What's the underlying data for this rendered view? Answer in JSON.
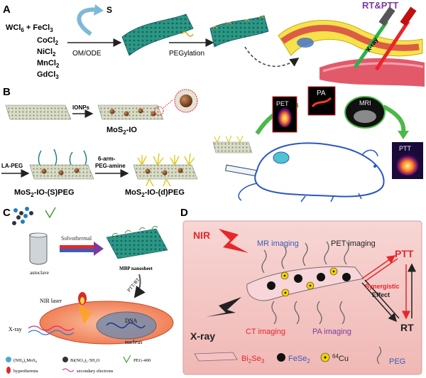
{
  "panelA": {
    "letter": "A",
    "reagent_main": "WCl",
    "reagent_sub": "6",
    "reagent_rest": " + FeCl",
    "reagent_rest_sub": "3",
    "reagents": [
      {
        "base": "CoCl",
        "sub": "2"
      },
      {
        "base": "NiCl",
        "sub": "2"
      },
      {
        "base": "MnCl",
        "sub": "2"
      },
      {
        "base": "GdCl",
        "sub": "3"
      }
    ],
    "sulfur": "S",
    "solvent": "OM/ODE",
    "step2": "PEGylation",
    "title": "RT&PTT",
    "xray": "X-ray"
  },
  "panelB": {
    "letter": "B",
    "ionps": "IONPs",
    "mos2_io": {
      "a": "MoS",
      "sub": "2",
      "b": "-IO"
    },
    "la_peg": "LA-PEG",
    "six_arm_1": "6-arm-",
    "six_arm_2": "PEG-amine",
    "mos2_spe": {
      "a": "MoS",
      "sub": "2",
      "b": "-IO-(S)PEG"
    },
    "mos2_dpe": {
      "a": "MoS",
      "sub": "2",
      "b": "-IO-(d)PEG"
    },
    "pet": "PET",
    "pa": "PA",
    "mri": "MRI",
    "ptt": "PTT"
  },
  "panelC": {
    "letter": "C",
    "solvothermal": "Solvothermal",
    "nanosheet": "MBP nanosheet",
    "autoclave": "autoclave",
    "pttrt": "PTT/RT",
    "nir_laser": "NIR laser",
    "xray": "X-ray",
    "dna": "DNA",
    "nucleus": "nucleus",
    "legend": {
      "item1": "(NH₄)₂MoS₄",
      "item2": "Bi(NO₃)₃·5H₂O",
      "item3": "PEG-400",
      "item4": "hyperthermia",
      "item5": "secondary electrons"
    }
  },
  "panelD": {
    "letter": "D",
    "nir": "NIR",
    "mr": "MR imaging",
    "pet": "PET imaging",
    "ptt": "PTT",
    "synergistic": "Synergistic",
    "effect": "Effect",
    "xray": "X-ray",
    "ct": "CT imaging",
    "pa": "PA imaging",
    "rt": "RT",
    "legend": {
      "bi_a": "Bi",
      "bi_s1": "2",
      "bi_b": "Se",
      "bi_s2": "3",
      "fe_a": "FeSe",
      "fe_s": "2",
      "cu_sup": "64",
      "cu_b": "Cu",
      "peg": "PEG"
    }
  },
  "colors": {
    "accent_red": "#e8262b",
    "accent_blue": "#3a5db8",
    "panel_d_bg": "#f4cccc",
    "purple": "#7c3aa0"
  }
}
